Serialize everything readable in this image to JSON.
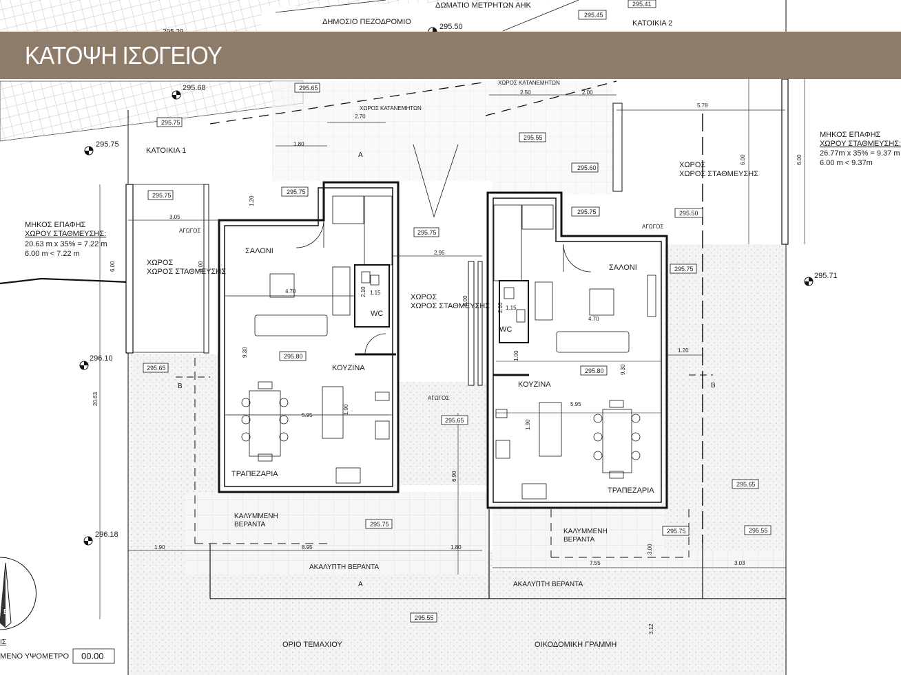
{
  "banner": {
    "title": "ΚΑΤΟΨΗ ΙΣΟΓΕΙΟΥ"
  },
  "colors": {
    "banner": "#8f7b6a",
    "line": "#1a1a1a",
    "paving": "#f1f1f1"
  },
  "top": {
    "meter_room": "ΔΩΜΑΤΙΟ ΜΕΤΡΗΤΩΝ ΑΗΚ",
    "sidewalk": "ΔΗΜΟΣΙΟ ΠΕΖΟΔΡΟΜΙΟ",
    "house2": "ΚΑΤΟΙΚΙΑ 2",
    "lvl_29529": "295.29",
    "lvl_29550": "295.50",
    "lvl_29545": "295.45",
    "lvl_29541": "295.41"
  },
  "left": {
    "house1": "ΚΑΤΟΙΚΙΑ 1",
    "contact_1": "ΜΗΚΟΣ ΕΠΑΦΗΣ",
    "contact_2": "ΧΩΡΟΥ ΣΤΑΘΜΕΥΣΗΣ:",
    "contact_3": "20.63 m x 35% = 7.22 m",
    "contact_4": "6.00 m < 7.22 m",
    "lvl_29568": "295.68",
    "lvl_29565": "295.65",
    "lvl_29575a": "295.75",
    "lvl_29575b": "295.75",
    "lvl_29575c": "295.75",
    "lvl_29575d": "295.75",
    "lvl_29610": "296.10",
    "lvl_29618": "296.18",
    "lvl_29565b": "295.65",
    "meters_area": "ΧΩΡΟΣ ΚΑΤΑΝΕΜΗΤΩΝ",
    "parking": "ΧΩΡΟΣ ΣΤΑΘΜΕΥΣΗΣ",
    "duct": "ΑΓΩΓΟΣ",
    "living": "ΣΑΛΟΝΙ",
    "wc": "WC",
    "kitchen": "ΚΟΥΖΙΝΑ",
    "dining": "ΤΡΑΠΕΖΑΡΙΑ",
    "covered_veranda_1": "ΚΑΛΥΜΜΕΝΗ",
    "covered_veranda_2": "ΒΕΡΑΝΤΑ",
    "open_veranda": "ΑΚΑΛΥΠΤΗ ΒΕΡΑΝΤΑ",
    "floor_level": "295.80",
    "veranda_level": "295.75",
    "dims": {
      "d270": "2.70",
      "d180": "1.80",
      "d120": "1.20",
      "d305": "3.05",
      "d600": "6.00",
      "d600b": "6.00",
      "d470": "4.70",
      "d210": "2.10",
      "d115": "1.15",
      "d930": "9.30",
      "d595": "5.95",
      "d190": "1.90",
      "d2063": "20.63",
      "d190b": "1.90",
      "d895": "8.95",
      "d180b": "1.80"
    }
  },
  "middle": {
    "parking": "ΧΩΡΟΣ ΣΤΑΘΜΕΥΣΗΣ",
    "lvl_29575": "295.75",
    "lvl_29565": "295.65",
    "lvl_29555": "295.55",
    "d295": "2.95",
    "d600": "6.00",
    "d690": "6.90",
    "section_a": "A",
    "section_a2": "A",
    "duct": "ΑΓΩΓΟΣ"
  },
  "right": {
    "meters_area": "ΧΩΡΟΣ ΚΑΤΑΝΕΜΗΤΩΝ",
    "parking": "ΧΩΡΟΣ ΣΤΑΘΜΕΥΣΗΣ",
    "contact_1": "ΜΗΚΟΣ ΕΠΑΦΗΣ",
    "contact_2": "ΧΩΡΟΥ ΣΤΑΘΜΕΥΣΗΣ:",
    "contact_3": "26.77m x 35% = 9.37 m",
    "contact_4": "6.00 m < 9.37m",
    "duct": "ΑΓΩΓΟΣ",
    "living": "ΣΑΛΟΝΙ",
    "wc": "WC",
    "kitchen": "ΚΟΥΖΙΝΑ",
    "dining": "ΤΡΑΠΕΖΑΡΙΑ",
    "covered_veranda_1": "ΚΑΛΥΜΜΕΝΗ",
    "covered_veranda_2": "ΒΕΡΑΝΤΑ",
    "open_veranda": "ΑΚΑΛΥΠΤΗ ΒΕΡΑΝΤΑ",
    "floor_level": "295.80",
    "lvl_29555": "295.55",
    "lvl_29560": "295.60",
    "lvl_29575": "295.75",
    "lvl_29550": "295.50",
    "lvl_29575b": "295.75",
    "lvl_29575c": "295.75",
    "lvl_29565": "295.65",
    "lvl_29555b": "295.55",
    "lvl_29571": "295.71",
    "dims": {
      "d250": "2.50",
      "d200": "2.00",
      "d578": "5.78",
      "d600": "6.00",
      "d600b": "6.00",
      "d470": "4.70",
      "d210": "2.10",
      "d115": "1.15",
      "d100": "1.00",
      "d120": "1.20",
      "d930": "9.30",
      "d595": "5.95",
      "d190": "1.90",
      "d300": "3.00",
      "d755": "7.55",
      "d303": "3.03",
      "d312": "3.12"
    },
    "section_b": "B"
  },
  "bottom": {
    "plot_limit": "ΟΡΙΟ ΤΕΜΑΧΙΟΥ",
    "building_line": "ΟΙΚΟΔΟΜΙΚΗ ΓΡΑΜΜΗ",
    "ref_label": "ΜΕΝΟ ΥΨΟΜΕΤΡΟ",
    "ref_value": "00.00",
    "fragment": "ΙΣ",
    "north_b": "B",
    "section_b": "B"
  }
}
